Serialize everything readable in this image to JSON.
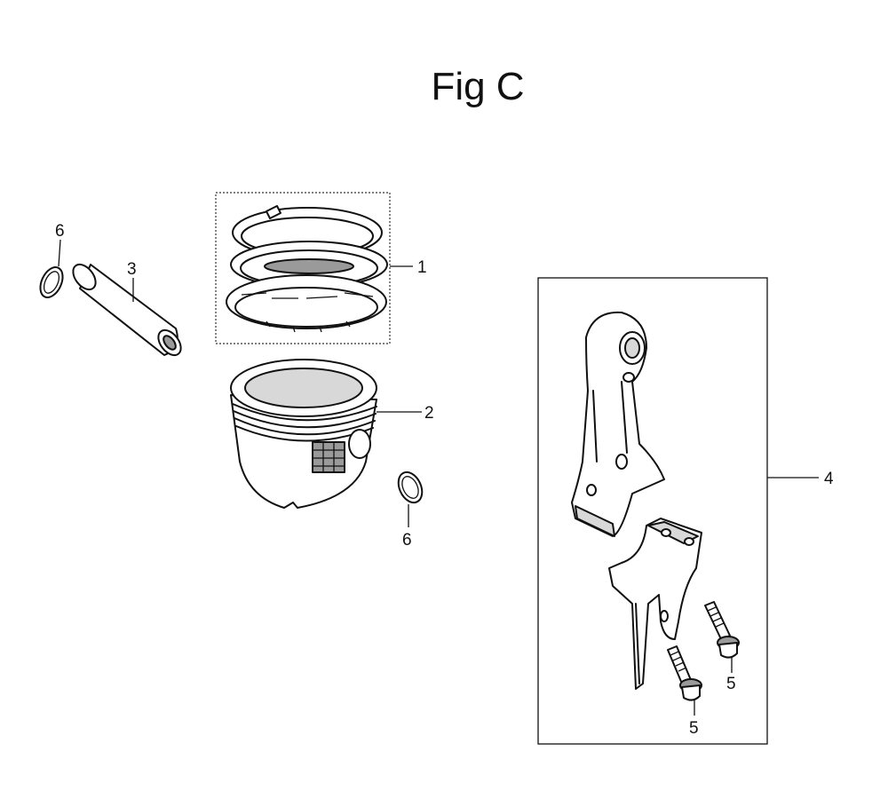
{
  "figure": {
    "title": "Fig C"
  },
  "callouts": {
    "ring_set": "1",
    "piston": "2",
    "piston_pin": "3",
    "connecting_rod": "4",
    "rod_bolt_a": "5",
    "rod_bolt_b": "5",
    "pin_clip_a": "6",
    "pin_clip_b": "6"
  }
}
